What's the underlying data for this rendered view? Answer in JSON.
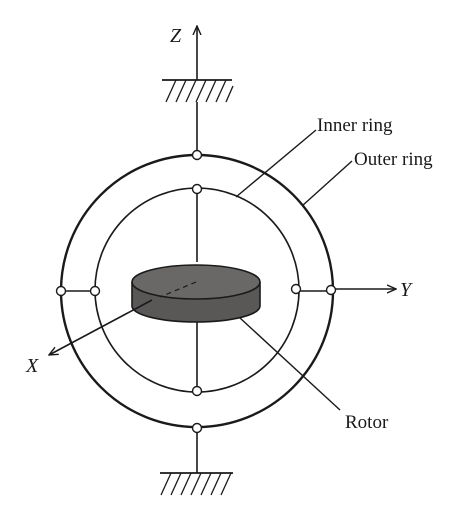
{
  "labels": {
    "inner_ring": "Inner ring",
    "outer_ring": "Outer ring",
    "rotor": "Rotor"
  },
  "axes": {
    "x": "X",
    "y": "Y",
    "z": "Z"
  },
  "colors": {
    "line": "#1a1a1a",
    "rotor_top": "#6a6767",
    "rotor_side": "#5a5757",
    "background": "#ffffff"
  }
}
